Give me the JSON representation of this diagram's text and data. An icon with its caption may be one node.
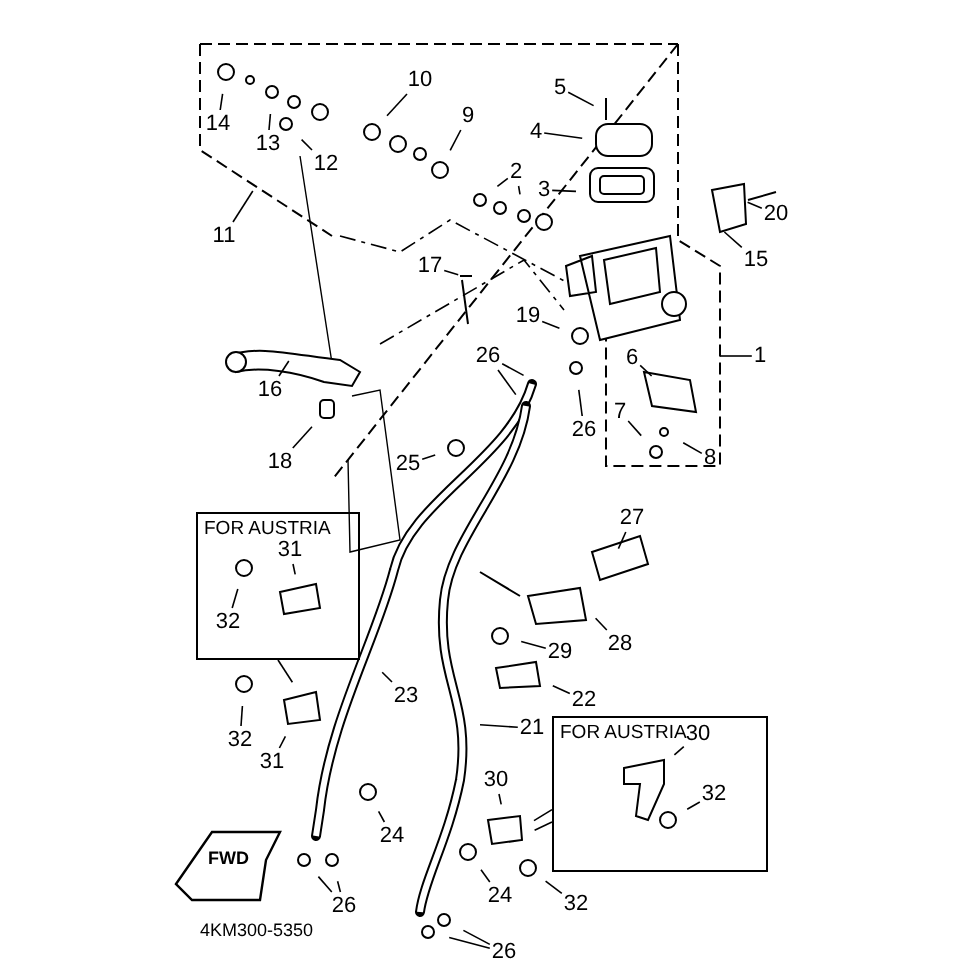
{
  "diagram": {
    "nodes": [
      {
        "text": [
          "14"
        ]
      },
      {
        "text": [
          "13"
        ]
      },
      {
        "text": [
          "10"
        ]
      },
      {
        "text": [
          "12"
        ]
      },
      {
        "text": [
          "9"
        ]
      },
      {
        "text": [
          "5"
        ]
      },
      {
        "text": [
          "4"
        ]
      },
      {
        "text": [
          "3"
        ]
      },
      {
        "text": [
          "11"
        ]
      },
      {
        "text": [
          "2"
        ]
      },
      {
        "text": [
          "20"
        ]
      },
      {
        "text": [
          "15"
        ]
      },
      {
        "text": [
          "17"
        ]
      },
      {
        "text": [
          "19"
        ]
      },
      {
        "text": [
          "6"
        ]
      },
      {
        "text": [
          "1"
        ]
      },
      {
        "text": [
          "26"
        ]
      },
      {
        "text": [
          "16"
        ]
      },
      {
        "text": [
          "26"
        ]
      },
      {
        "text": [
          "18"
        ]
      },
      {
        "text": [
          "7"
        ]
      },
      {
        "text": [
          "8"
        ]
      },
      {
        "text": [
          "25"
        ]
      },
      {
        "text": [
          "27"
        ]
      },
      {
        "text": [
          "FOR AUSTRIA"
        ]
      },
      {
        "text": [
          "31"
        ],
        "in": 24
      },
      {
        "text": [
          "32"
        ],
        "in": 24
      },
      {
        "text": [
          "28"
        ]
      },
      {
        "text": [
          "29"
        ]
      },
      {
        "text": [
          "22"
        ]
      },
      {
        "text": [
          "23"
        ]
      },
      {
        "text": [
          "32"
        ]
      },
      {
        "text": [
          "21"
        ]
      },
      {
        "text": [
          "31"
        ]
      },
      {
        "text": [
          "30"
        ]
      },
      {
        "text": [
          "FOR AUSTRIA"
        ]
      },
      {
        "text": [
          "30"
        ],
        "in": 35
      },
      {
        "text": [
          "32"
        ],
        "in": 35
      },
      {
        "text": [
          "24"
        ]
      },
      {
        "text": [
          "26"
        ]
      },
      {
        "text": [
          "32"
        ]
      },
      {
        "text": [
          "24"
        ]
      },
      {
        "text": [
          "26"
        ]
      }
    ],
    "edges": [
      {
        "from": 0,
        "to": null,
        "arrow": "none"
      },
      {
        "from": 1,
        "to": null,
        "arrow": "none"
      },
      {
        "from": 2,
        "to": null,
        "arrow": "none"
      },
      {
        "from": 3,
        "to": null,
        "arrow": "none"
      },
      {
        "from": 4,
        "to": null,
        "arrow": "none"
      },
      {
        "from": 5,
        "to": null,
        "arrow": "none"
      },
      {
        "from": 6,
        "to": null,
        "arrow": "none"
      },
      {
        "from": 7,
        "to": null,
        "arrow": "none"
      },
      {
        "from": 8,
        "to": null,
        "arrow": "none"
      },
      {
        "from": 9,
        "to": null,
        "arrow": "none"
      },
      {
        "from": 9,
        "to": null,
        "arrow": "none"
      },
      {
        "from": 10,
        "to": null,
        "arrow": "none"
      },
      {
        "from": 11,
        "to": null,
        "arrow": "none"
      },
      {
        "from": 12,
        "to": null,
        "arrow": "none"
      },
      {
        "from": 13,
        "to": null,
        "arrow": "none"
      },
      {
        "from": 14,
        "to": null,
        "arrow": "none"
      },
      {
        "from": 15,
        "to": null,
        "arrow": "none"
      },
      {
        "from": 16,
        "to": null,
        "arrow": "none"
      },
      {
        "from": 16,
        "to": null,
        "arrow": "none"
      },
      {
        "from": 17,
        "to": null,
        "arrow": "none"
      },
      {
        "from": 18,
        "to": null,
        "arrow": "none"
      },
      {
        "from": 19,
        "to": null,
        "arrow": "none"
      },
      {
        "from": 20,
        "to": null,
        "arrow": "none"
      },
      {
        "from": 21,
        "to": null,
        "arrow": "none"
      },
      {
        "from": 22,
        "to": null,
        "arrow": "none"
      },
      {
        "from": 23,
        "to": null,
        "arrow": "none"
      },
      {
        "from": 24,
        "to": null,
        "arrow": "none"
      },
      {
        "from": 25,
        "to": null,
        "arrow": "none"
      },
      {
        "from": 26,
        "to": null,
        "arrow": "none"
      },
      {
        "from": 27,
        "to": null,
        "arrow": "none"
      },
      {
        "from": 28,
        "to": null,
        "arrow": "none"
      },
      {
        "from": 29,
        "to": null,
        "arrow": "none"
      },
      {
        "from": 30,
        "to": null,
        "arrow": "none"
      },
      {
        "from": 31,
        "to": null,
        "arrow": "none"
      },
      {
        "from": 32,
        "to": null,
        "arrow": "none"
      },
      {
        "from": 33,
        "to": null,
        "arrow": "none"
      },
      {
        "from": 34,
        "to": null,
        "arrow": "none"
      },
      {
        "from": 35,
        "to": null,
        "arrow": "none"
      },
      {
        "from": 35,
        "to": null,
        "arrow": "none"
      },
      {
        "from": 36,
        "to": null,
        "arrow": "none"
      },
      {
        "from": 37,
        "to": null,
        "arrow": "none"
      },
      {
        "from": 38,
        "to": null,
        "arrow": "none"
      },
      {
        "from": 39,
        "to": null,
        "arrow": "none"
      },
      {
        "from": 39,
        "to": null,
        "arrow": "none"
      },
      {
        "from": 40,
        "to": null,
        "arrow": "none"
      },
      {
        "from": 41,
        "to": null,
        "arrow": "none"
      },
      {
        "from": 42,
        "to": null,
        "arrow": "none"
      },
      {
        "from": 42,
        "to": null,
        "arrow": "none"
      }
    ],
    "labels": [
      "FWD",
      "4KM300-5350"
    ]
  }
}
